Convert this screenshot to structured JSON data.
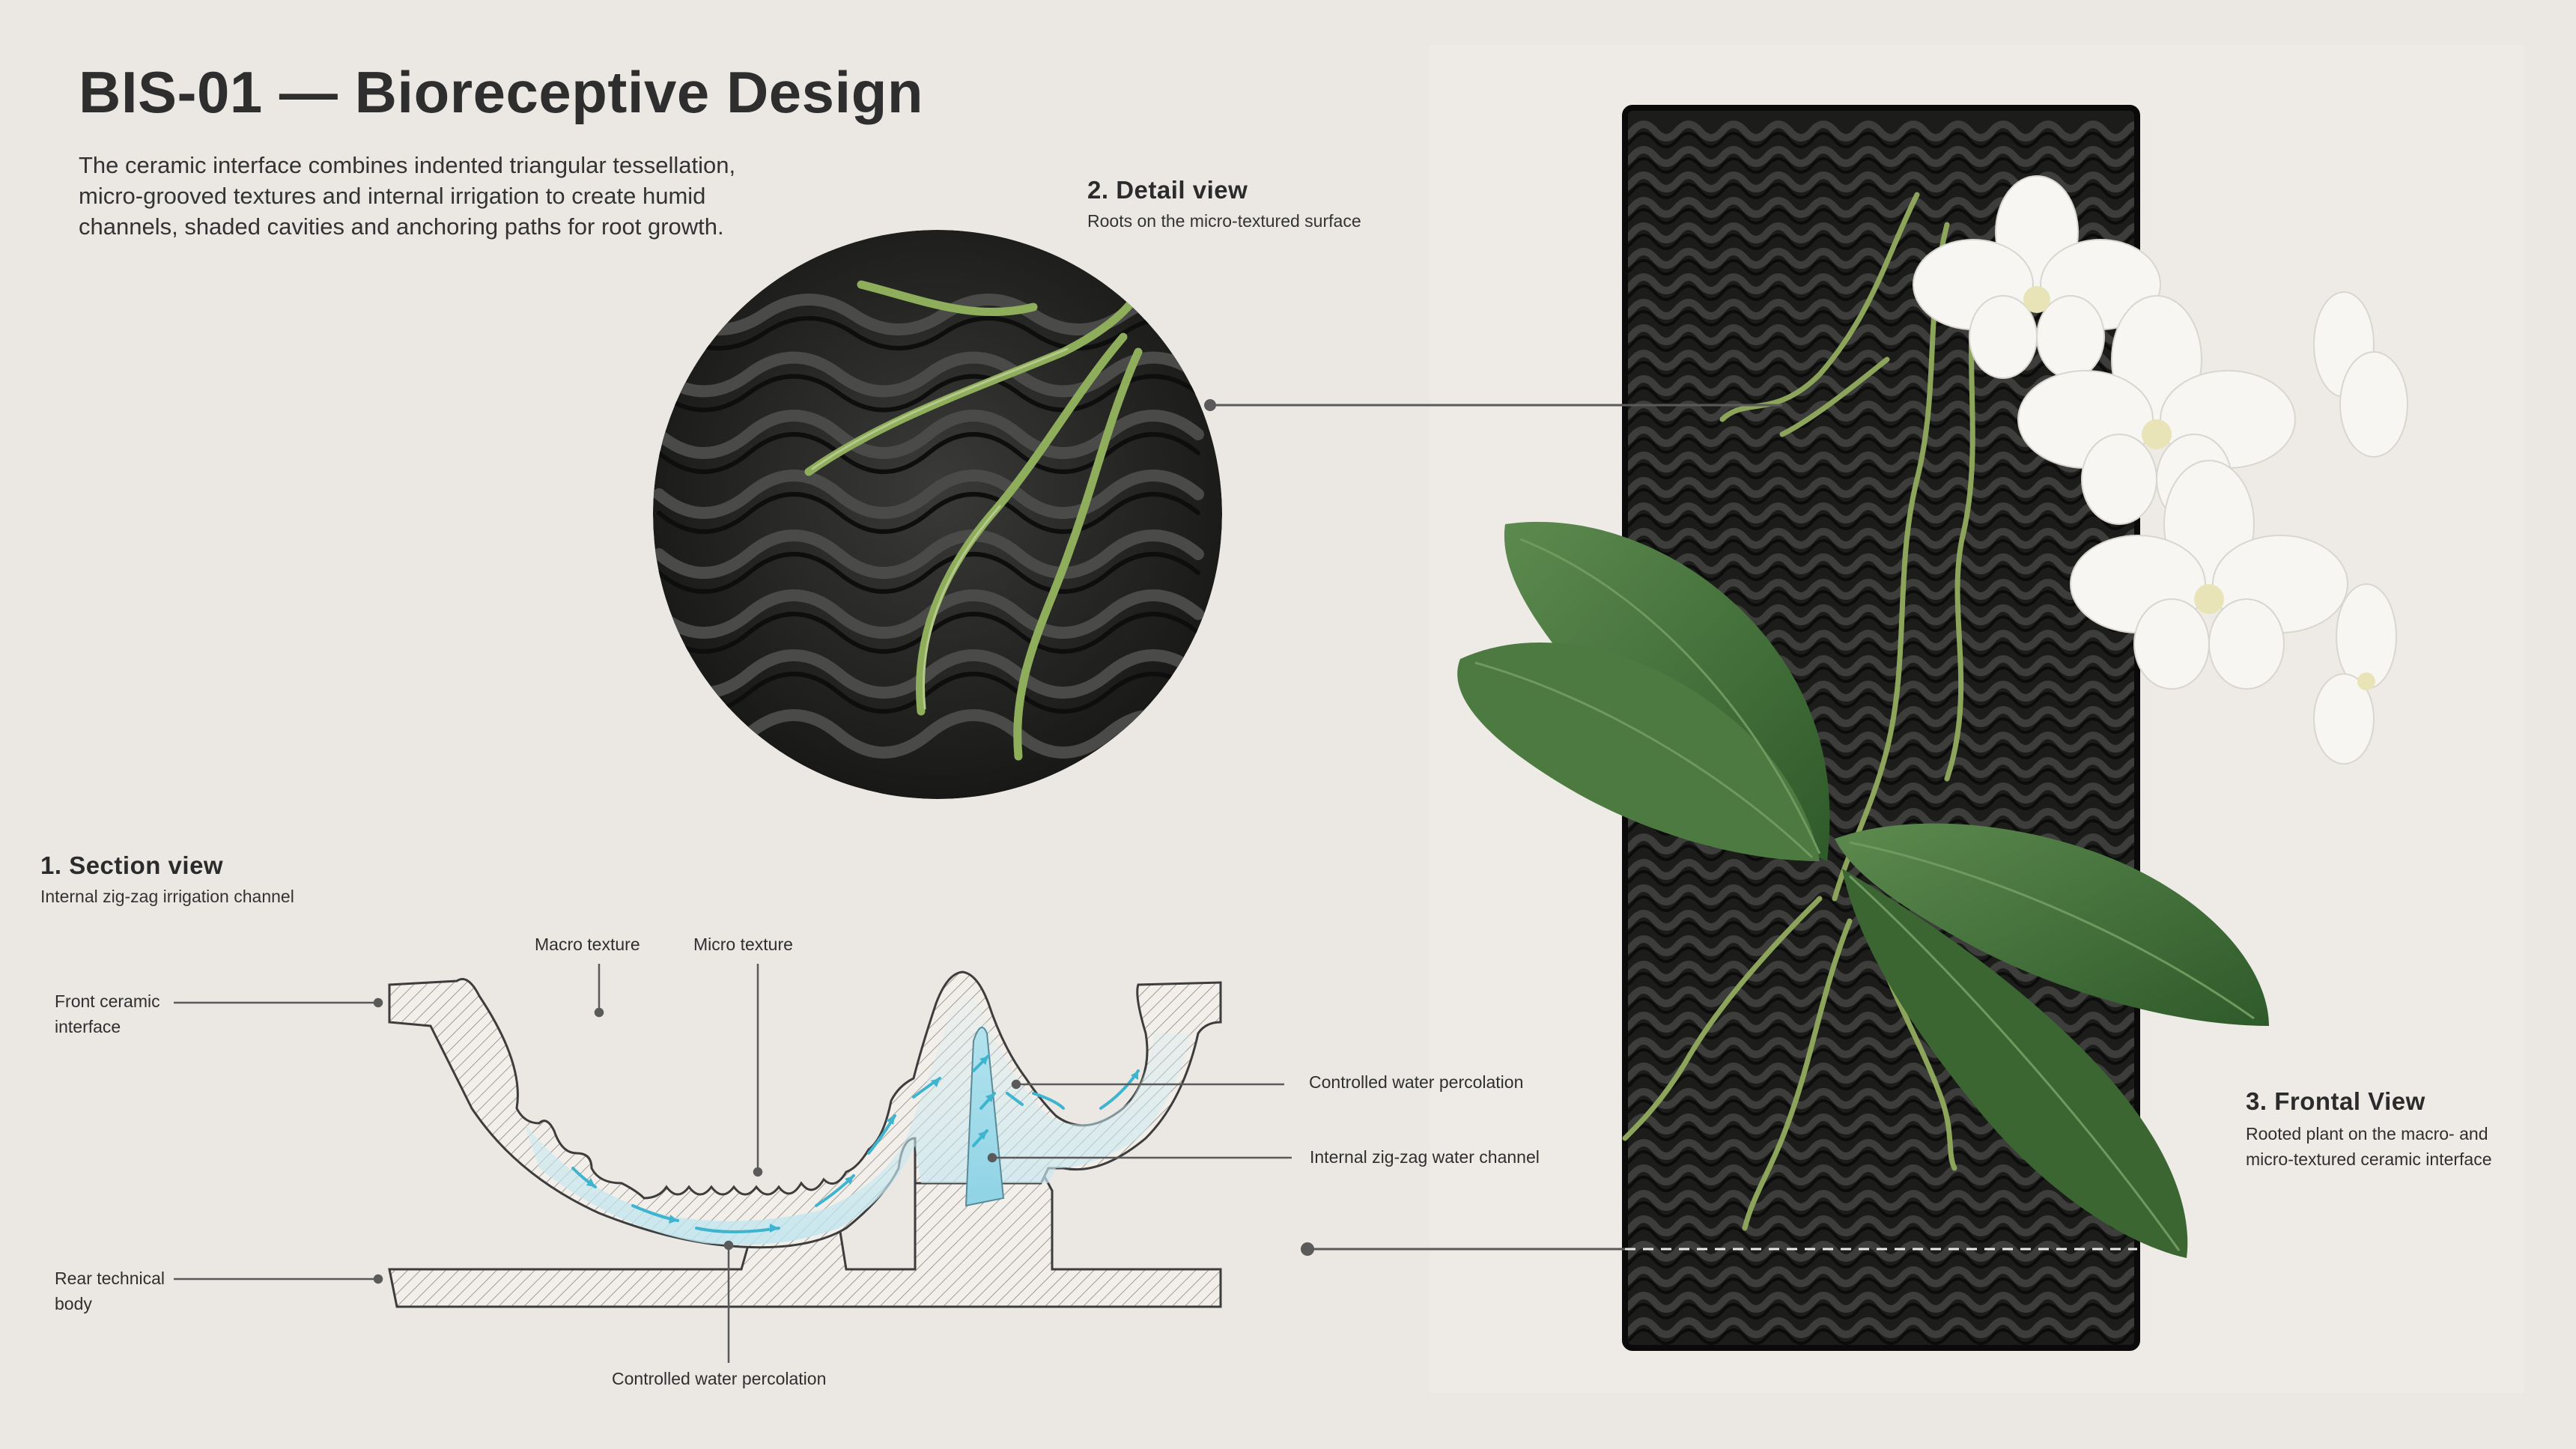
{
  "header": {
    "title": "BIS-01 —  Bioreceptive Design",
    "intro_lines": [
      "The ceramic interface combines indented triangular tessellation,",
      "micro-grooved textures and internal irrigation to create humid",
      "channels, shaded cavities and anchoring paths for root growth."
    ]
  },
  "detail_view": {
    "title": "2. Detail view",
    "subtitle": "Roots on the micro-textured surface"
  },
  "section_view": {
    "title": "1. Section view",
    "subtitle": "Internal zig-zag irrigation channel",
    "labels": {
      "macro_texture": "Macro texture",
      "micro_texture": "Micro texture",
      "front_line1": "Front ceramic",
      "front_line2": "interface",
      "rear_line1": "Rear technical",
      "rear_line2": "body",
      "percolation_right": "Controlled water percolation",
      "zigzag_channel": "Internal zig-zag water channel",
      "percolation_bottom": "Controlled water percolation"
    }
  },
  "frontal_view": {
    "title": "3. Frontal View",
    "subtitle_line1": "Rooted plant on the macro- and",
    "subtitle_line2": "micro-textured ceramic interface"
  },
  "colors": {
    "background": "#ebe8e4",
    "ceramic": "#1c1c1b",
    "leaf": "#3f6b35",
    "root": "#8fa85a",
    "water": "#4bb8d0",
    "water_fill": "#cfe9ef",
    "line": "#5a5a5a"
  }
}
